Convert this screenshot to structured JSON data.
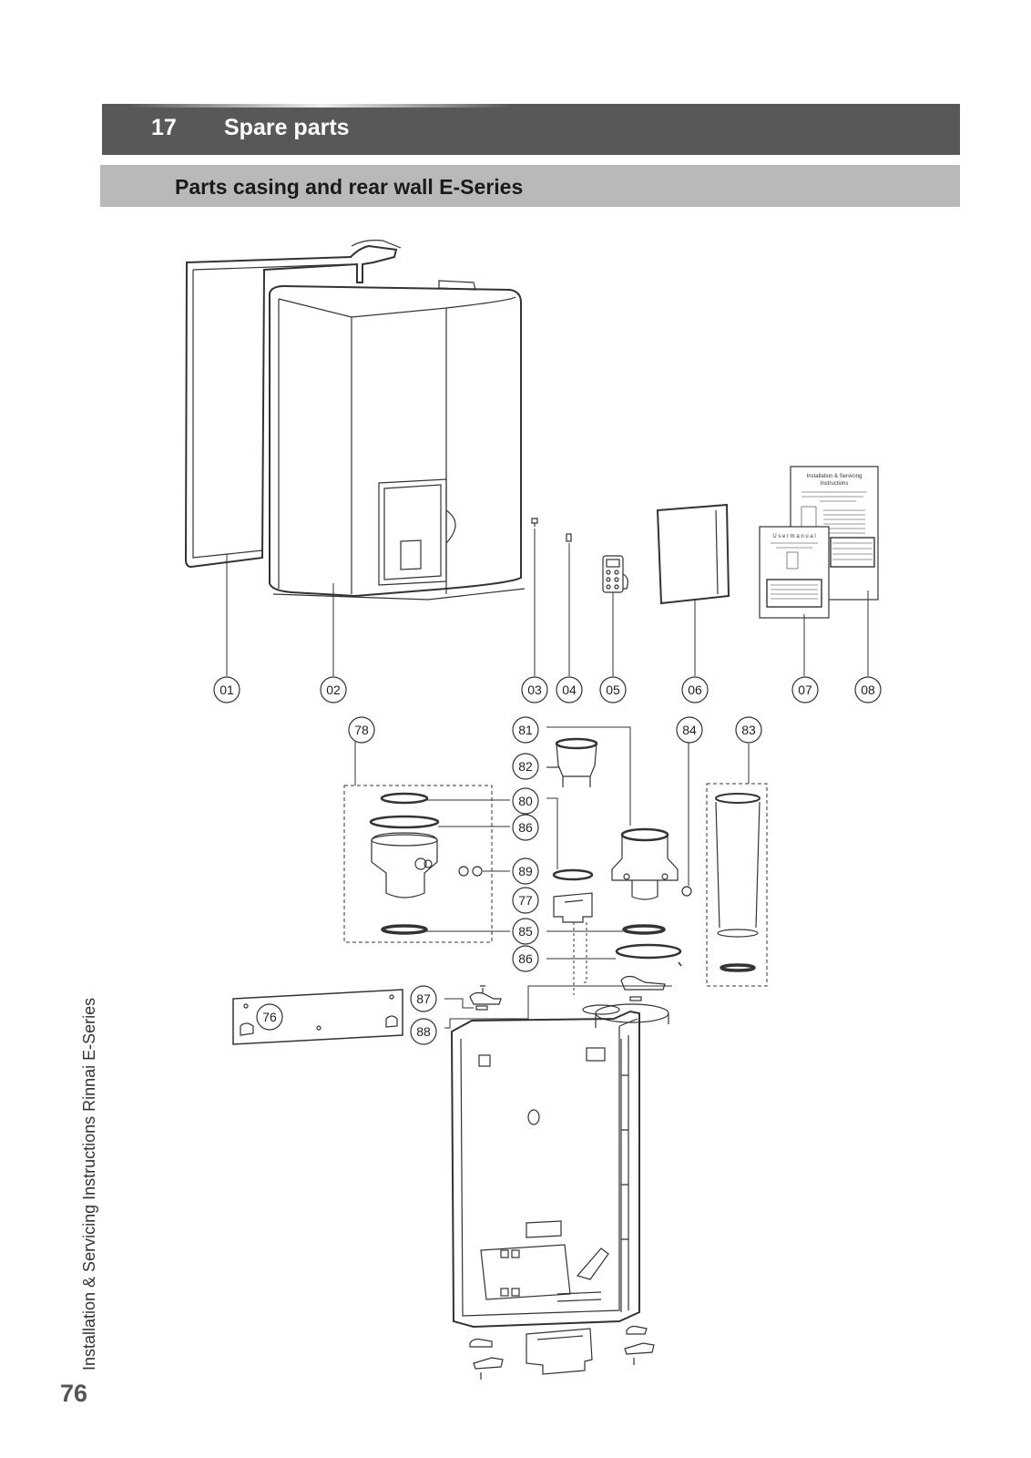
{
  "section": {
    "number": "17",
    "title": "Spare parts"
  },
  "subsection": {
    "title": "Parts casing and rear wall E-Series"
  },
  "footer": {
    "side_text": "Installation & Servicing Instructions Rinnai E-Series",
    "page_number": "76"
  },
  "manual_covers": {
    "installation_title": "Installation & Servicing",
    "installation_title2": "Instructions",
    "user_title": "U s e r   m a n u a l"
  },
  "callouts": {
    "c01": "01",
    "c02": "02",
    "c03": "03",
    "c04": "04",
    "c05": "05",
    "c06": "06",
    "c07": "07",
    "c08": "08",
    "c76": "76",
    "c77": "77",
    "c78": "78",
    "c80": "80",
    "c81": "81",
    "c82": "82",
    "c83": "83",
    "c84": "84",
    "c85": "85",
    "c86a": "86",
    "c86b": "86",
    "c87": "87",
    "c88": "88",
    "c89": "89"
  }
}
